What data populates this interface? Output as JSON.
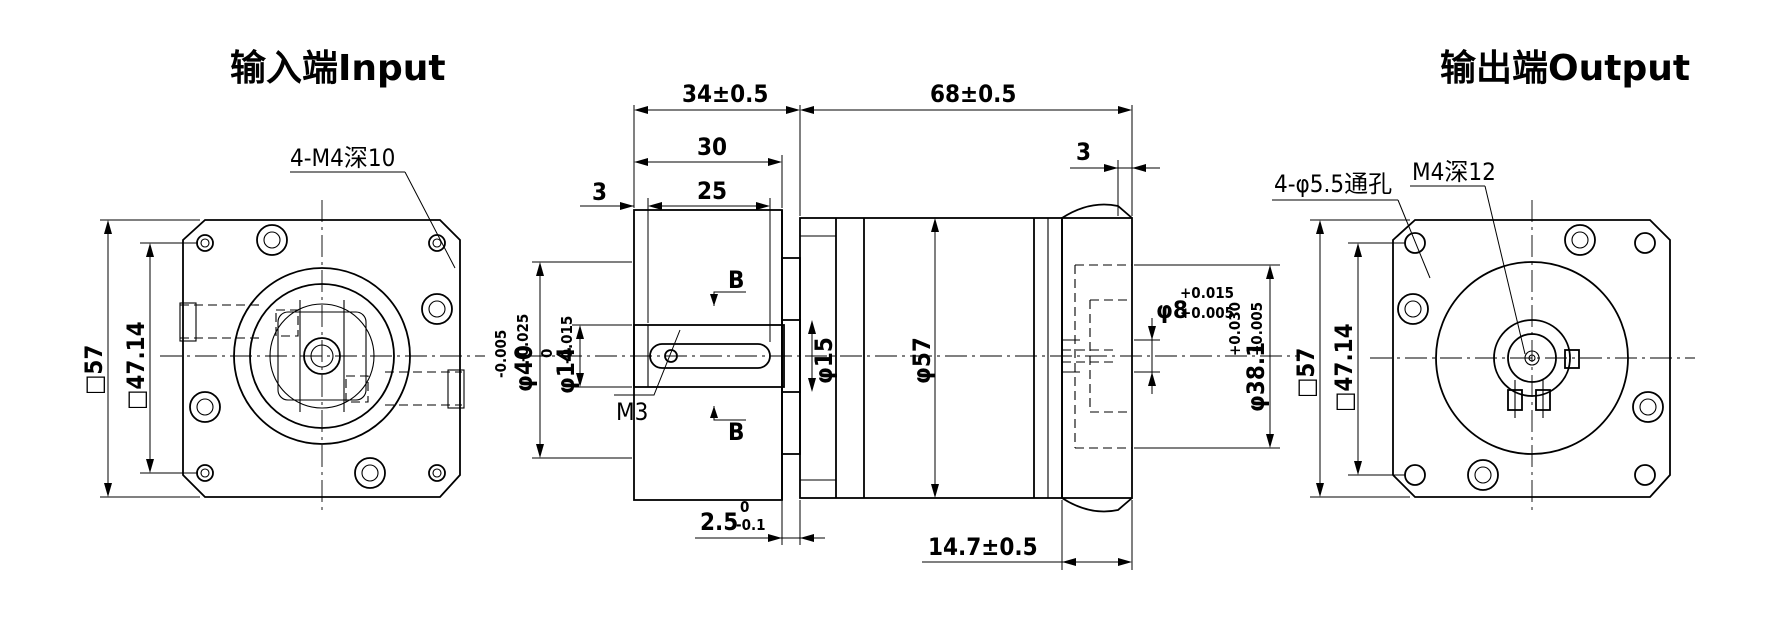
{
  "titles": {
    "input": "输入端Input",
    "output": "输出端Output"
  },
  "input_view": {
    "hole_note": "4-M4深10",
    "square_outer": "□57",
    "square_inner": "□47.14"
  },
  "side_view": {
    "len_input_flange": "34±0.5",
    "len_body": "68±0.5",
    "shaft_len_30": "30",
    "key_len_25": "25",
    "key_offset_3": "3",
    "output_step_3": "3",
    "section_b": "B",
    "thread_m3": "M3",
    "dia_40_base": "φ40",
    "dia_40_upper": "-0.005",
    "dia_40_lower": "-0.025",
    "dia_14_base": "φ14",
    "dia_14_upper": "0",
    "dia_14_lower": "-0.015",
    "dia_15": "φ15",
    "dia_57": "φ57",
    "dia_8_base": "φ8",
    "dia_8_upper": "+0.015",
    "dia_8_lower": "+0.005",
    "dia_38_base": "φ38.1",
    "dia_38_upper": "+0.030",
    "dia_38_lower": "+0.005",
    "flange_2_5_base": "2.5",
    "flange_2_5_upper": "0",
    "flange_2_5_lower": "-0.1",
    "len_14_7": "14.7±0.5"
  },
  "output_view": {
    "hole_note": "4-φ5.5通孔",
    "thread_note": "M4深12",
    "square_outer": "□57",
    "square_inner": "□47.14"
  }
}
